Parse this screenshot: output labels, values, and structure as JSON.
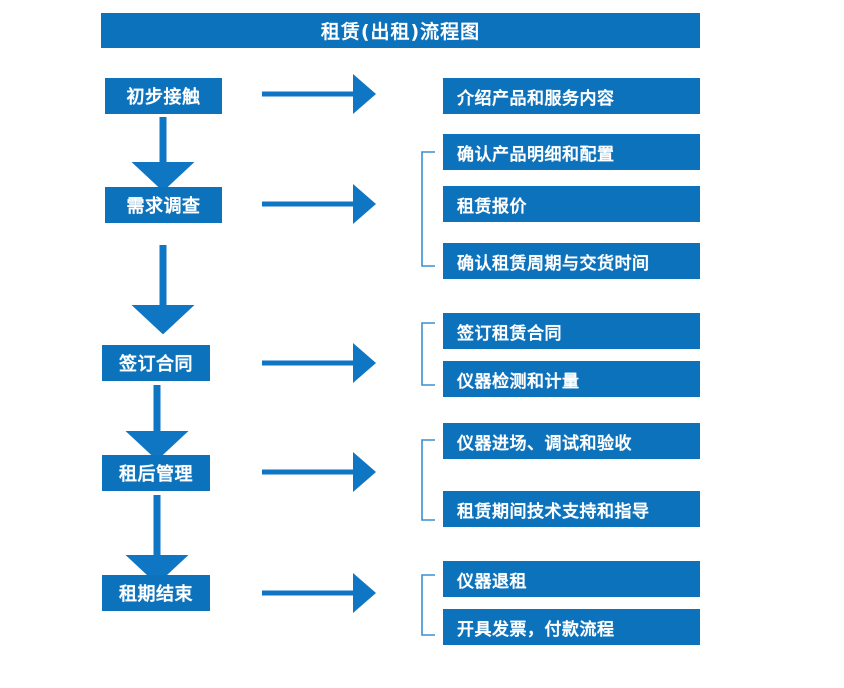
{
  "diagram": {
    "title": "租赁(出租)流程图",
    "colors": {
      "box_fill": "#0c72bc",
      "box_text": "#ffffff",
      "arrow": "#0f76c4",
      "bracket": "#3b8fd0",
      "background": "#ffffff"
    }
  },
  "stages": [
    {
      "label": "初步接触"
    },
    {
      "label": "需求调查"
    },
    {
      "label": "签订合同"
    },
    {
      "label": "租后管理"
    },
    {
      "label": "租期结束"
    }
  ],
  "details": {
    "group1": [
      {
        "label": "介绍产品和服务内容"
      }
    ],
    "group2": [
      {
        "label": "确认产品明细和配置"
      },
      {
        "label": "租赁报价"
      },
      {
        "label": "确认租赁周期与交货时间"
      }
    ],
    "group3": [
      {
        "label": "签订租赁合同"
      },
      {
        "label": "仪器检测和计量"
      }
    ],
    "group4": [
      {
        "label": "仪器进场、调试和验收"
      },
      {
        "label": "租赁期间技术支持和指导"
      }
    ],
    "group5": [
      {
        "label": "仪器退租"
      },
      {
        "label": "开具发票，付款流程"
      }
    ]
  }
}
